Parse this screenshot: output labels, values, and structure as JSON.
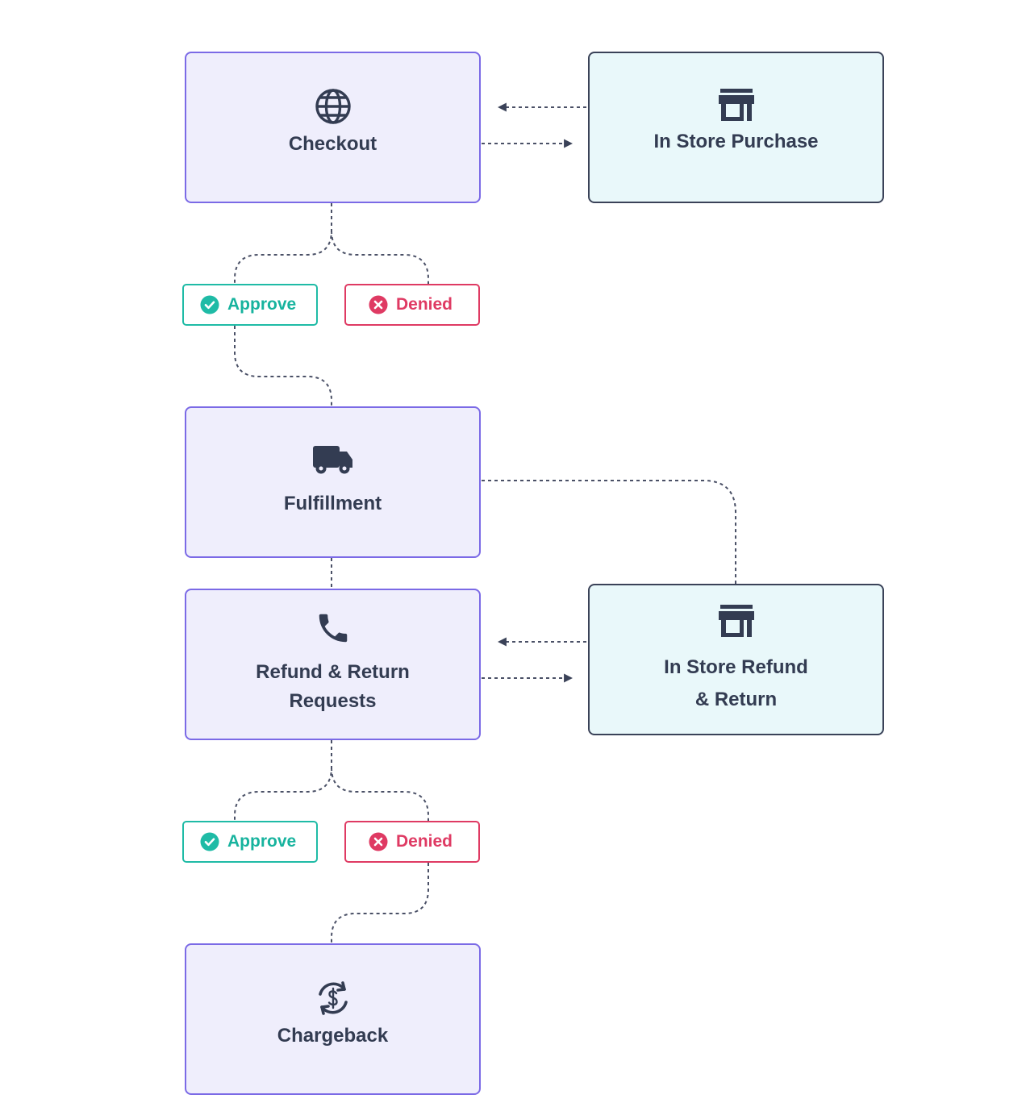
{
  "nodes": {
    "checkout": {
      "label": "Checkout",
      "icon": "globe-icon"
    },
    "in_store_purchase": {
      "label": "In Store Purchase",
      "icon": "storefront-icon"
    },
    "fulfillment": {
      "label": "Fulfillment",
      "icon": "truck-icon"
    },
    "refund_requests": {
      "label_line1": "Refund & Return",
      "label_line2": "Requests",
      "icon": "phone-icon"
    },
    "in_store_refund": {
      "label_line1": "In Store Refund",
      "label_line2": "& Return",
      "icon": "storefront-icon"
    },
    "chargeback": {
      "label": "Chargeback",
      "icon": "currency-exchange-icon"
    }
  },
  "decisions": {
    "checkout_approve": {
      "label": "Approve",
      "icon": "check-circle-icon"
    },
    "checkout_denied": {
      "label": "Denied",
      "icon": "x-circle-icon"
    },
    "refund_approve": {
      "label": "Approve",
      "icon": "check-circle-icon"
    },
    "refund_denied": {
      "label": "Denied",
      "icon": "x-circle-icon"
    }
  },
  "colors": {
    "primary_fill": "#efeefc",
    "primary_border": "#7b6ae6",
    "store_fill": "#e9f8fa",
    "store_border": "#3a4258",
    "text": "#333c52",
    "approve": "#1fbba6",
    "denied": "#df3a63",
    "connector": "#4a5066"
  }
}
